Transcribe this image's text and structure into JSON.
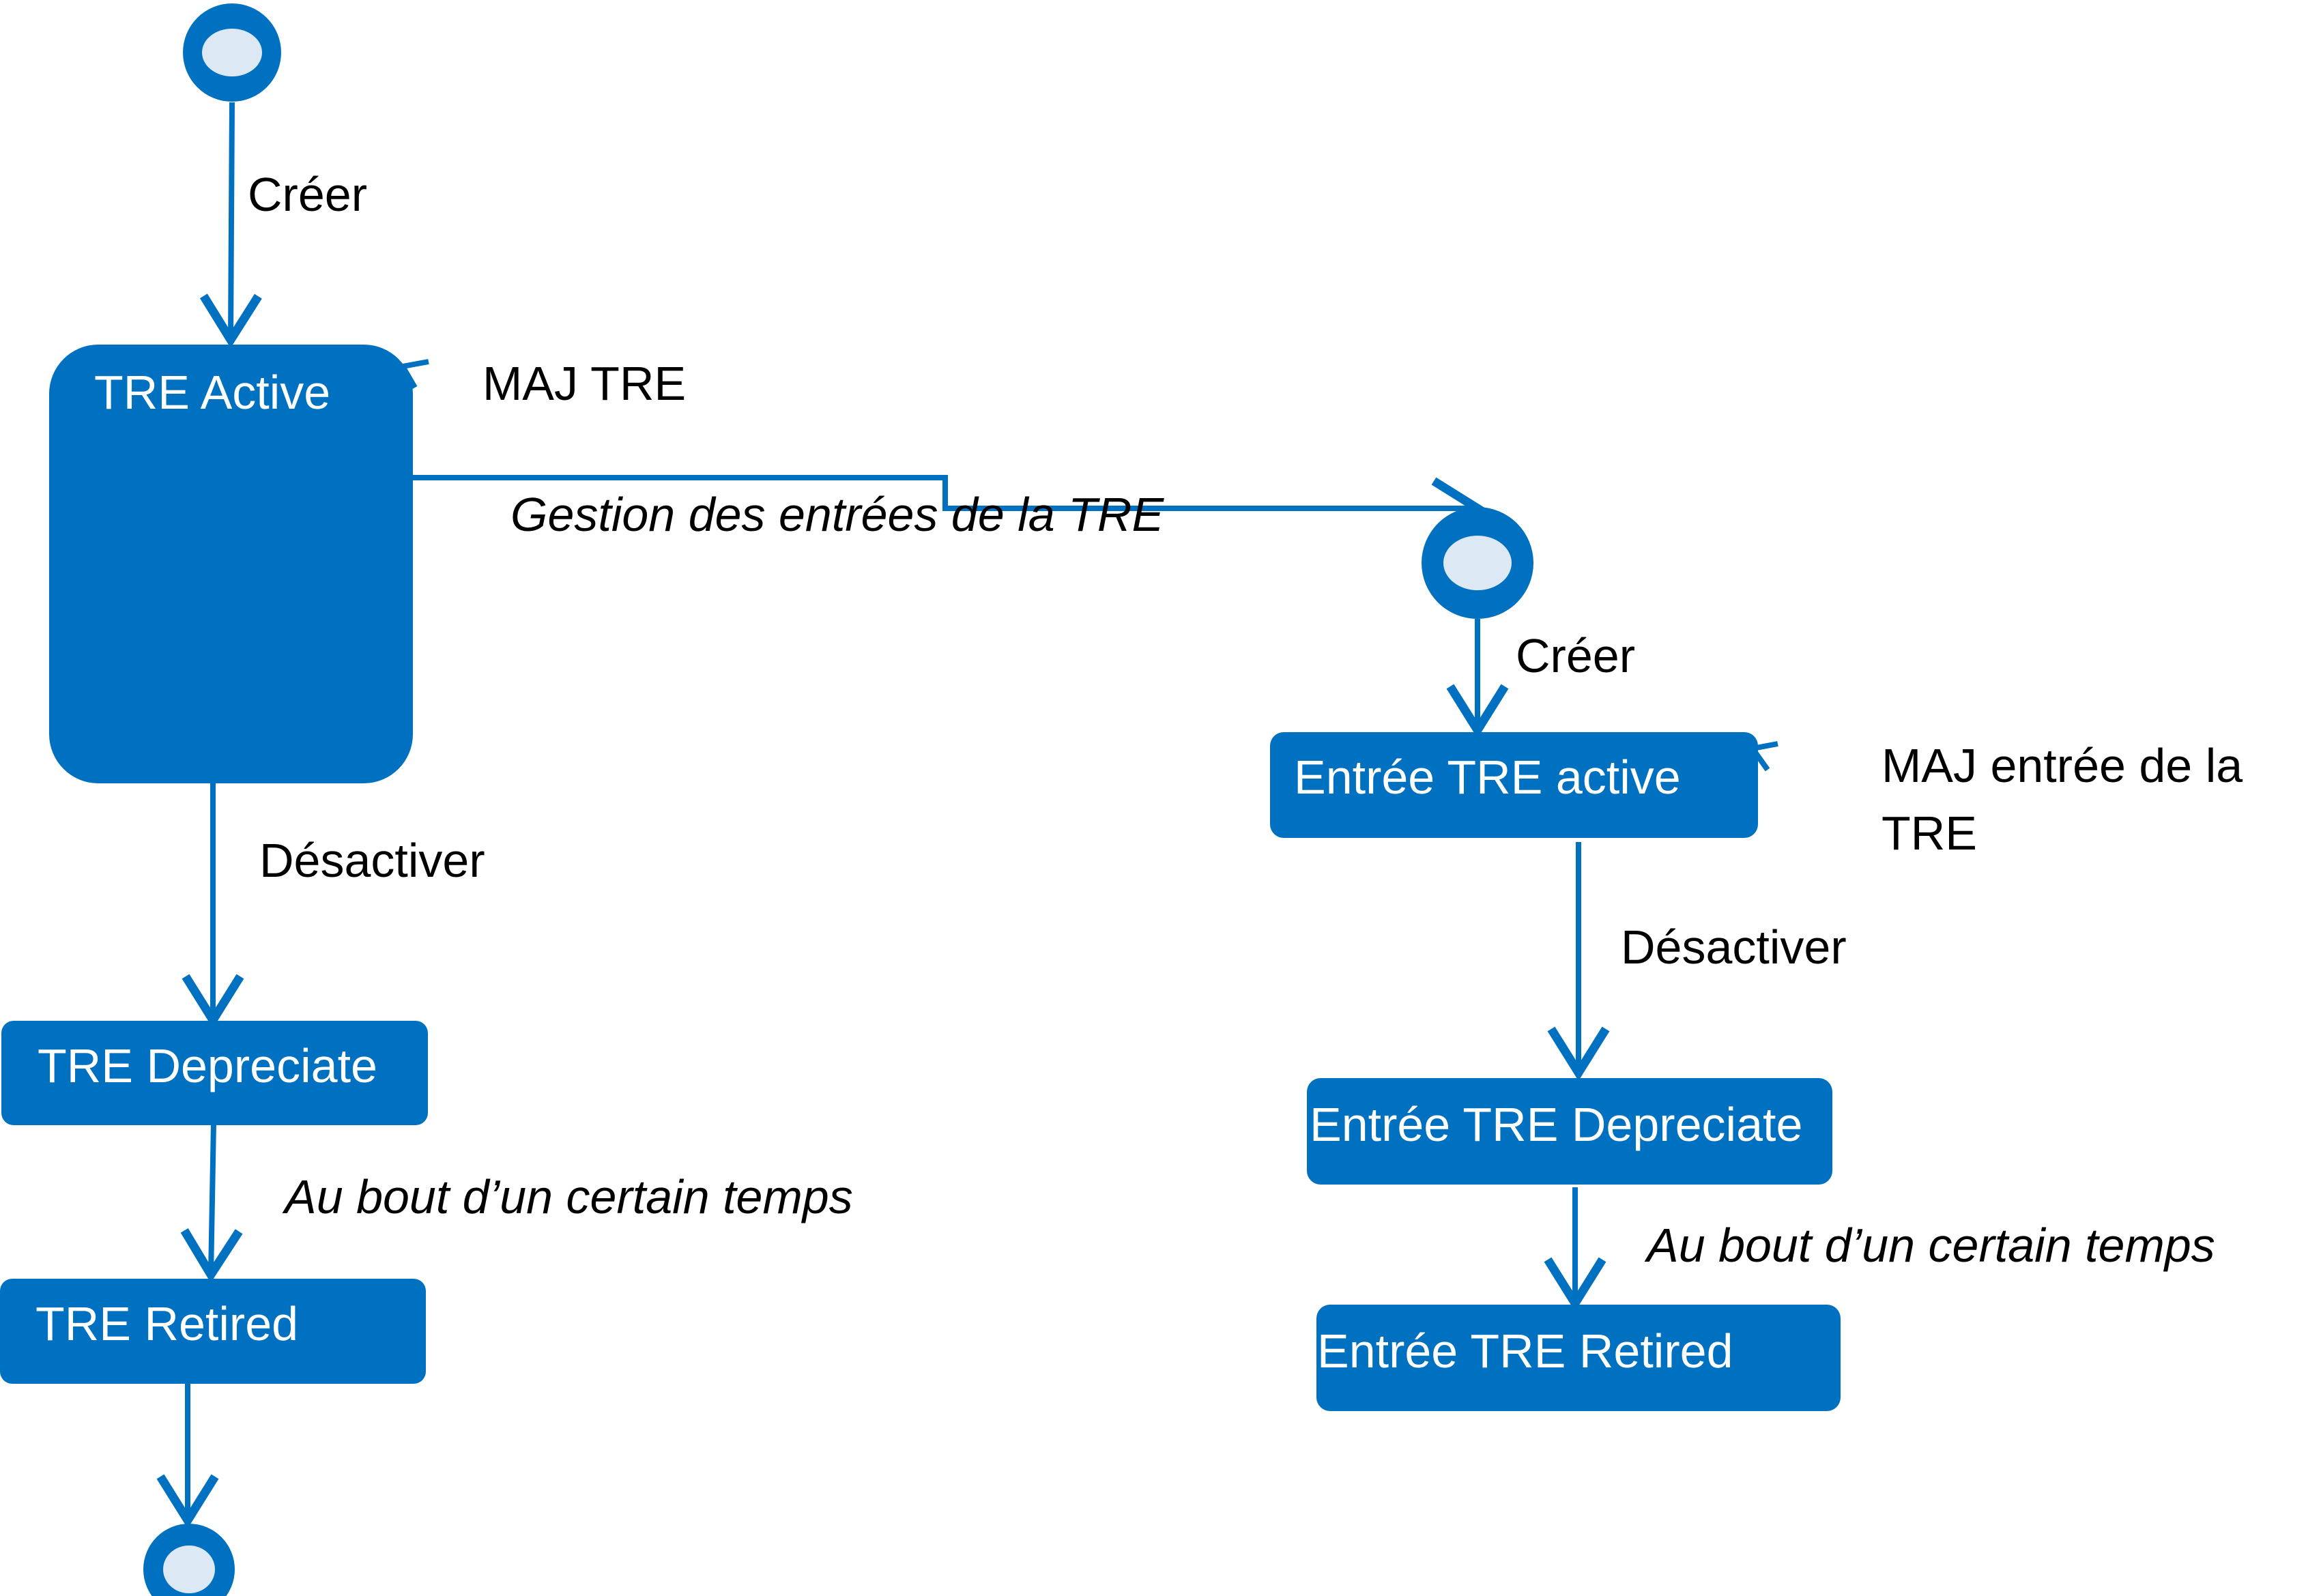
{
  "colors": {
    "state_fill": "#0070C0",
    "connector": "#0070C0",
    "pseudostate_fill": "#DDE8F5",
    "label_text": "#000000",
    "state_text": "#FFFFFF"
  },
  "tre_states": {
    "active": "TRE Active",
    "depreciate": "TRE Depreciate",
    "retired": "TRE Retired"
  },
  "tre_transitions": {
    "create": "Créer",
    "update": "MAJ TRE",
    "deactivate": "Désactiver",
    "after_time": "Au bout d’un certain temps"
  },
  "link_label": "Gestion des entrées de la TRE",
  "entry_states": {
    "active": "Entrée TRE active",
    "depreciate": "Entrée TRE Depreciate",
    "retired": "Entrée TRE Retired"
  },
  "entry_transitions": {
    "create": "Créer",
    "update_line1": "MAJ entrée de la",
    "update_line2": "TRE",
    "deactivate": "Désactiver",
    "after_time": "Au bout d’un certain temps"
  }
}
